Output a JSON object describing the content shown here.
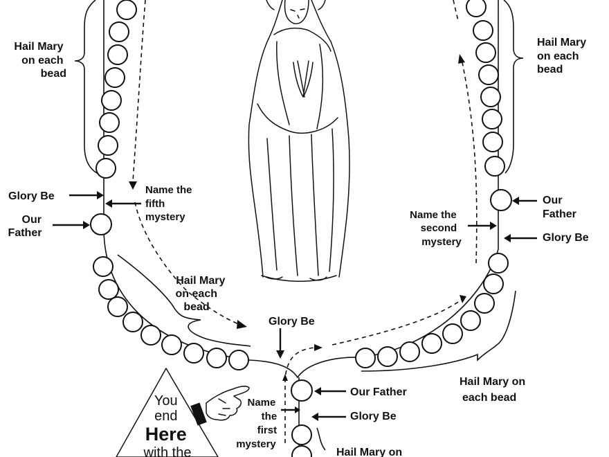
{
  "labels": {
    "hail_left": [
      "Hail Mary",
      "on each",
      "bead"
    ],
    "hail_right": [
      "Hail Mary",
      "on each",
      "bead"
    ],
    "glory_left": "Glory Be",
    "our_father_left": [
      "Our",
      "Father"
    ],
    "fifth_mystery": [
      "Name the",
      "fifth",
      "mystery"
    ],
    "our_father_right": [
      "Our",
      "Father"
    ],
    "second_mystery": [
      "Name the",
      "second",
      "mystery"
    ],
    "glory_right": "Glory Be",
    "hail_center": [
      "Hail Mary",
      "on each",
      "bead"
    ],
    "glory_center": "Glory Be",
    "hail_bottom_right": [
      "Hail Mary on",
      "each bead"
    ],
    "our_father_bottom": "Our Father",
    "first_mystery": [
      "Name",
      "the",
      "first",
      "mystery"
    ],
    "glory_bottom": "Glory Be",
    "hail_bottom": "Hail Mary on",
    "triangle": [
      "You",
      "end",
      "Here",
      "with the"
    ]
  }
}
